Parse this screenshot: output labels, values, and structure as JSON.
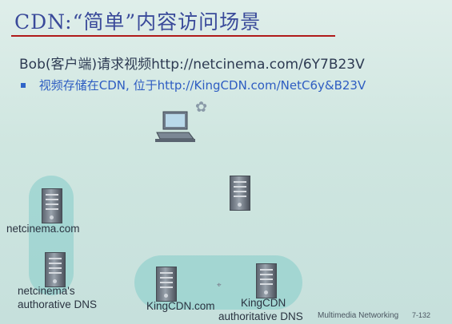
{
  "slide": {
    "title": "CDN:“简单”内容访问场景",
    "request_line": "Bob(客户端)请求视频http://netcinema.com/6Y7B23V",
    "bullets": [
      {
        "text": "视频存储在CDN, 位于http://KingCDN.com/NetC6y&B23V"
      }
    ],
    "nodes": {
      "netcinema": "netcinema.com",
      "netcinema_dns_line1": "netcinema's",
      "netcinema_dns_line2": "authorative DNS",
      "kingcdn": "KingCDN.com",
      "kingcdn_dns_line1": "KingCDN",
      "kingcdn_dns_line2": "authoritative DNS"
    },
    "footer": "Multimedia Networking",
    "page": "7-132"
  },
  "icons": [
    "computer-icon",
    "person-icon",
    "server-icon",
    "cursor-icon"
  ],
  "colors": {
    "title": "#3a4a9a",
    "rule": "#b01a1a",
    "bullet": "#2e5dc2",
    "highlight": "#8fd0cc"
  }
}
